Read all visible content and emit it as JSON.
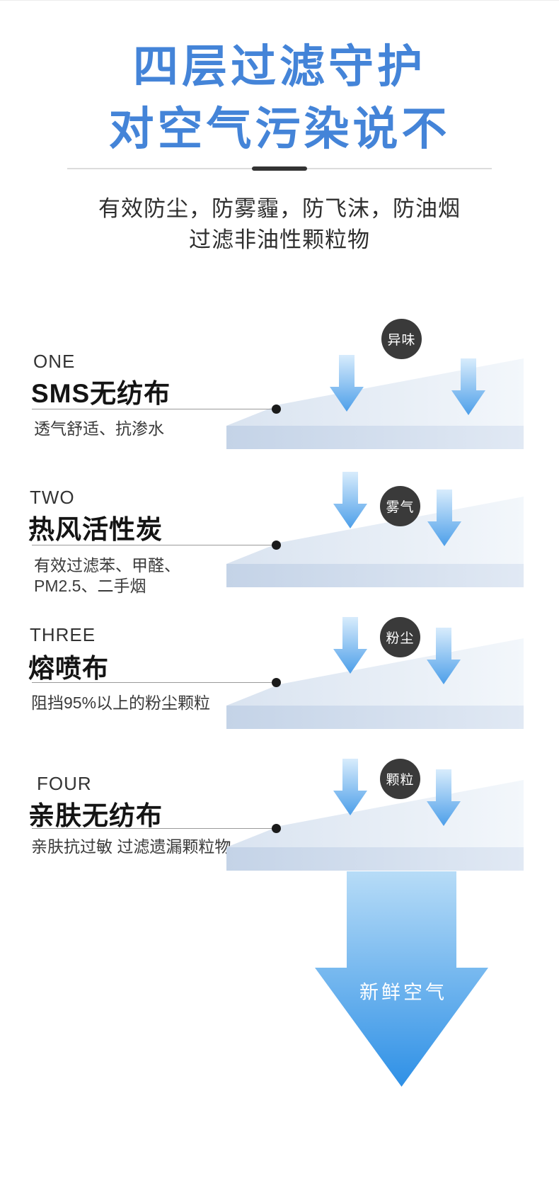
{
  "header": {
    "title_line1": "四层过滤守护",
    "title_line2": "对空气污染说不",
    "subtitle_line1": "有效防尘，防雾霾，防飞沫，防油烟",
    "subtitle_line2": "过滤非油性颗粒物"
  },
  "layers": [
    {
      "ordinal": "ONE",
      "name": "SMS无纺布",
      "desc_line1": "透气舒适、抗渗水",
      "desc_line2": "",
      "badge": "异味"
    },
    {
      "ordinal": "TWO",
      "name": "热风活性炭",
      "desc_line1": "有效过滤苯、甲醛、",
      "desc_line2": "PM2.5、二手烟",
      "badge": "雾气"
    },
    {
      "ordinal": "THREE",
      "name": "熔喷布",
      "desc_line1": "阻挡95%以上的粉尘颗粒",
      "desc_line2": "",
      "badge": "粉尘"
    },
    {
      "ordinal": "FOUR",
      "name": "亲肤无纺布",
      "desc_line1": "亲肤抗过敏 过滤遗漏颗粒物",
      "desc_line2": "",
      "badge": "颗粒"
    }
  ],
  "bottom_arrow": {
    "label": "新鲜空气"
  },
  "colors": {
    "title_blue": "#4484d8",
    "badge_bg": "#3a3a3a",
    "arrow_gradient_top": "#d8ecfc",
    "arrow_gradient_bottom": "#4d9fe9",
    "big_arrow_gradient_top": "#b7dcf7",
    "big_arrow_gradient_bottom": "#2e90e6",
    "sheet_face": "#e6edf7",
    "sheet_rim": "#ccd9ea"
  }
}
